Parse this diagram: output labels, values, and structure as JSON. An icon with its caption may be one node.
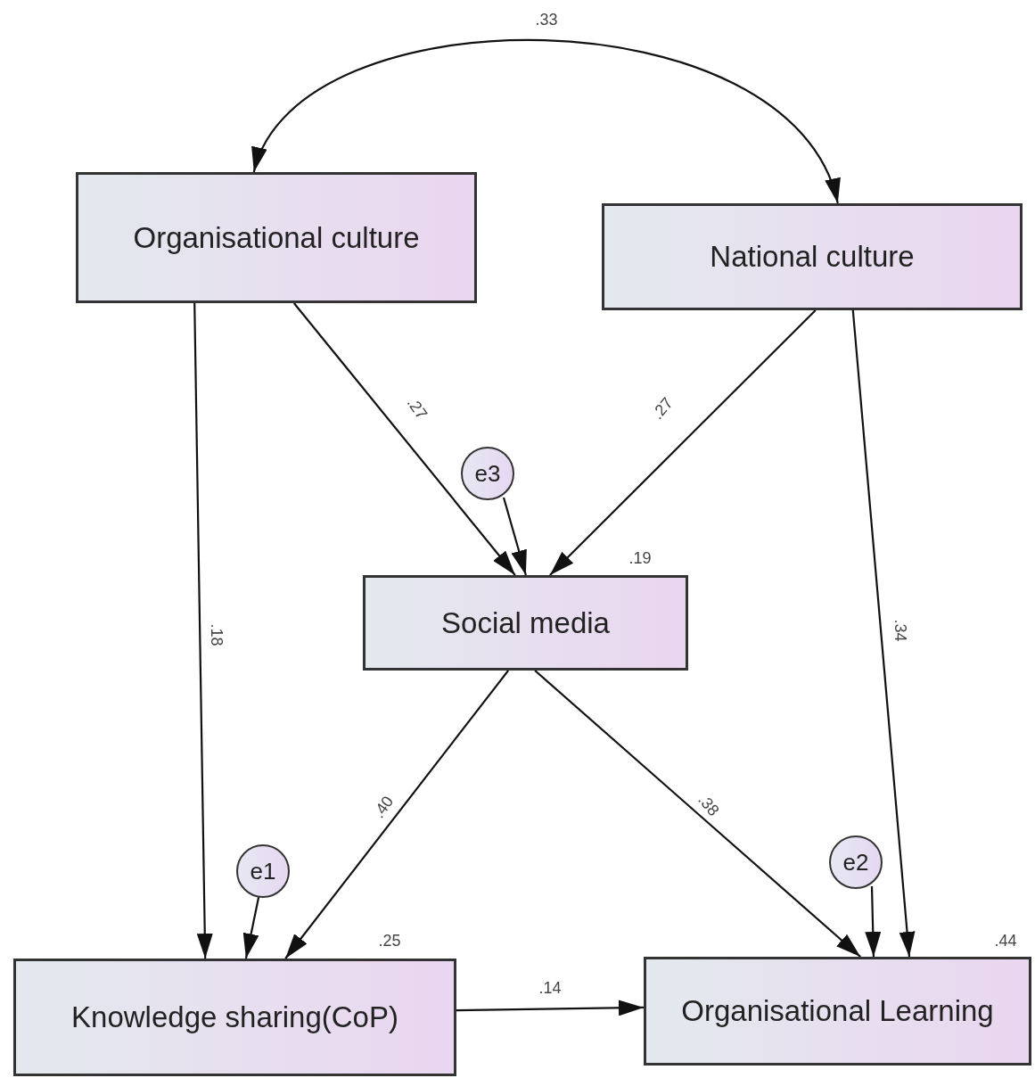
{
  "diagram": {
    "nodes": [
      {
        "text": [
          "Organisational culture"
        ]
      },
      {
        "text": [
          "National culture"
        ]
      },
      {
        "text": [
          "e3"
        ]
      },
      {
        "text": [
          "Social media"
        ],
        "beside": [
          ".19"
        ]
      },
      {
        "text": [
          "e1"
        ]
      },
      {
        "text": [
          "Knowledge sharing(CoP)"
        ],
        "beside": [
          ".25"
        ]
      },
      {
        "text": [
          "e2"
        ]
      },
      {
        "text": [
          "Organisational Learning"
        ],
        "beside": [
          ".44"
        ]
      }
    ],
    "edges": [
      {
        "from": 0,
        "to": 1,
        "arrow": "both",
        "label": ".33"
      },
      {
        "from": 0,
        "to": 3,
        "arrow": "to",
        "label": ".27"
      },
      {
        "from": 1,
        "to": 3,
        "arrow": "to",
        "label": ".27"
      },
      {
        "from": 2,
        "to": 3,
        "arrow": "to"
      },
      {
        "from": 0,
        "to": 5,
        "arrow": "to",
        "label": ".18"
      },
      {
        "from": 3,
        "to": 5,
        "arrow": "to",
        "label": ".40"
      },
      {
        "from": 3,
        "to": 7,
        "arrow": "to",
        "label": ".38"
      },
      {
        "from": 1,
        "to": 7,
        "arrow": "to",
        "label": ".34"
      },
      {
        "from": 4,
        "to": 5,
        "arrow": "to"
      },
      {
        "from": 6,
        "to": 7,
        "arrow": "to"
      },
      {
        "from": 5,
        "to": 7,
        "arrow": "to",
        "label": ".14"
      }
    ]
  }
}
